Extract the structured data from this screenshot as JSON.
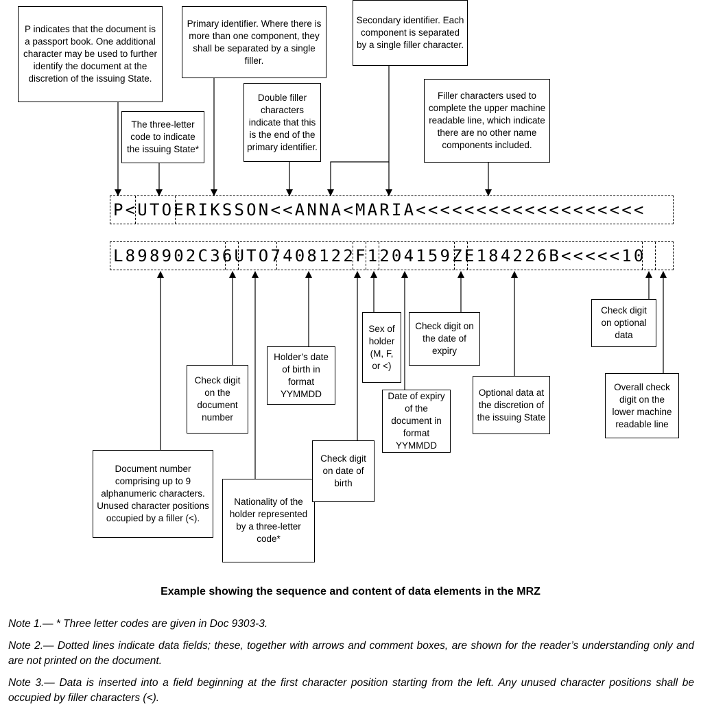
{
  "boxes": {
    "p_indicates": "P indicates that the document is a passport book. One additional character may be used to further identify the document at the discretion of the issuing State.",
    "primary_identifier": "Primary identifier. Where there is more than one component, they shall be separated by a single filler.",
    "secondary_identifier": "Secondary identifier. Each component is separated by a single filler character.",
    "three_letter_code": "The three-letter code to indicate the issuing State*",
    "double_filler": "Double filler characters indicate that this is the end of the primary identifier.",
    "filler_upper": "Filler characters used to complete the upper machine readable line, which indicate there are no other name components included.",
    "check_digit_doc_number": "Check digit on the document number",
    "document_number": "Document number comprising up to 9 alphanumeric characters. Unused character positions occupied by a filler (<).",
    "nationality": "Nationality of the holder represented by a three-letter code*",
    "date_of_birth": "Holder’s date of birth in format YYMMDD",
    "check_digit_dob": "Check digit on date of birth",
    "sex": "Sex of holder (M, F, or <)",
    "date_of_expiry": "Date of expiry of the document in format YYMMDD",
    "check_digit_expiry": "Check digit on the date of expiry",
    "optional_data": "Optional data at the discretion of the issuing State",
    "check_digit_optional": "Check digit on optional data",
    "overall_check": "Overall check digit on the lower machine readable line"
  },
  "mrz": {
    "line1": "P<UTOERIKSSON<<ANNA<MARIA<<<<<<<<<<<<<<<<<<<",
    "line2": "L898902C36UTO7408122F1204159ZE184226B<<<<<10"
  },
  "caption": "Example showing the sequence and content of data elements in the MRZ",
  "notes": [
    "Note 1.— * Three letter codes are given in Doc 9303-3.",
    "Note 2.— Dotted lines indicate data fields; these, together with arrows and comment boxes, are shown for the reader’s understanding only and are not printed on the document.",
    "Note 3.— Data is inserted into a field beginning at the first character position starting from the left. Any unused character positions shall be occupied by filler characters (<)."
  ]
}
